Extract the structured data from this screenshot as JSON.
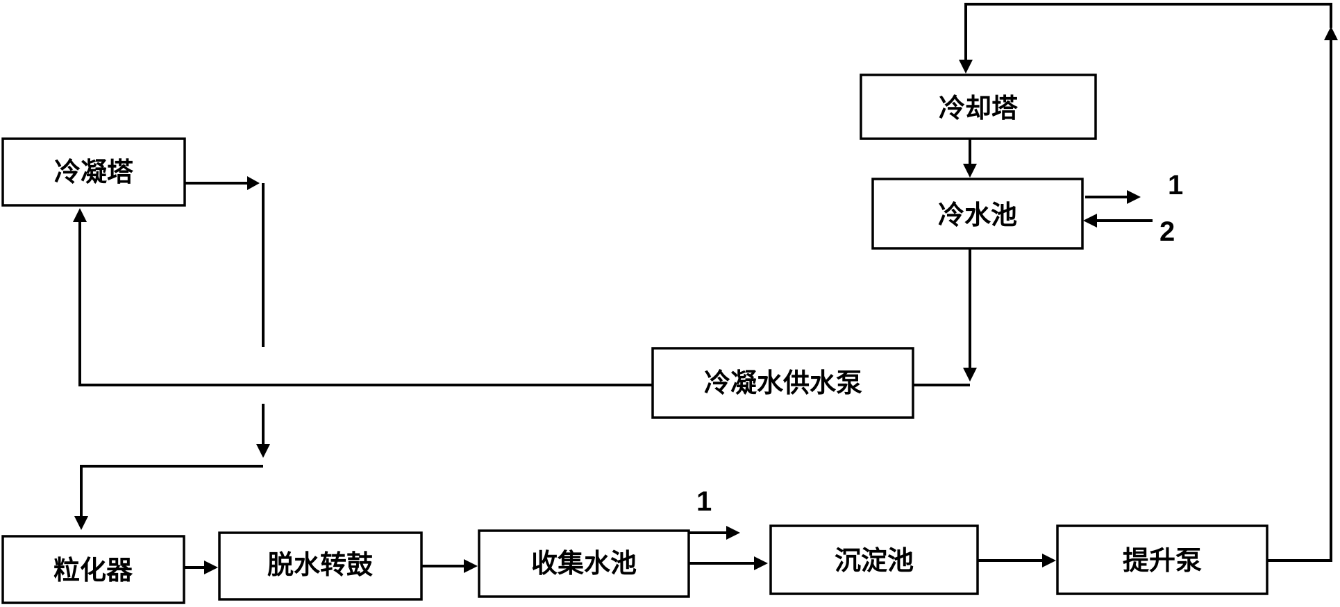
{
  "nodes": {
    "condensing_tower": "冷凝塔",
    "cooling_tower": "冷却塔",
    "cold_water_pool": "冷水池",
    "condensate_pump": "冷凝水供水泵",
    "granulator": "粒化器",
    "dewatering_drum": "脱水转鼓",
    "collection_pool": "收集水池",
    "sedimentation_tank": "沉淀池",
    "lift_pump": "提升泵"
  },
  "markers": {
    "pool_out": "1",
    "pool_in": "2",
    "collection_out": "1"
  }
}
